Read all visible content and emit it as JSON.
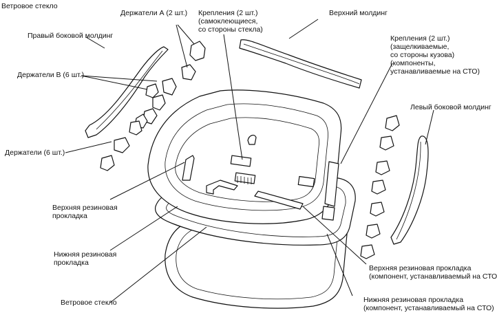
{
  "labels": {
    "windshield_top": "Ветровое стекло",
    "holders_a": "Держатели А (2 шт.)",
    "clips_glass": "Крепления (2 шт.)\n(самоклеющиеся,\nсо стороны стекла)",
    "upper_molding": "Верхний молдинг",
    "right_molding": "Правый боковой молдинг",
    "clips_body": "Крепления (2 шт.)\n(защелкиваемые,\nсо стороны кузова)\n(компоненты,\nустанавливаемые на СТО)",
    "holders_b": "Держатели В (6 шт.)",
    "left_molding": "Левый боковой молдинг",
    "holders_6": "Держатели (6 шт.)",
    "upper_gasket": "Верхняя резиновая\nпрокладка",
    "lower_gasket": "Нижняя резиновая\nпрокладка",
    "windshield_bottom": "Ветровое стекло",
    "upper_gasket_sto": "Верхняя резиновая прокладка\n(компонент, устанавливаемый на СТО)",
    "lower_gasket_sto": "Нижняя резиновая прокладка\n(компонент, устанавливаемый на СТО)"
  }
}
